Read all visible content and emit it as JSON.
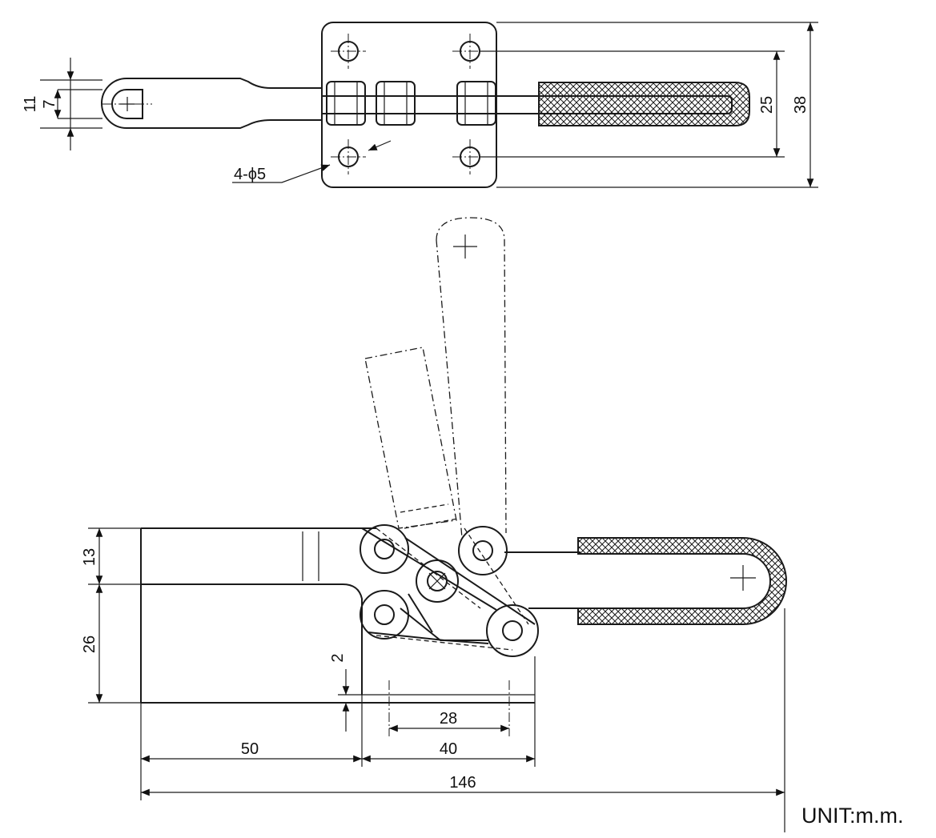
{
  "drawing": {
    "top_view": {
      "dims": {
        "d11": "11",
        "d7": "7",
        "d25": "25",
        "d38": "38",
        "holes": "4-ϕ5"
      }
    },
    "side_view": {
      "dims": {
        "d13": "13",
        "d26": "26",
        "d2": "2",
        "d28": "28",
        "d50": "50",
        "d40": "40",
        "d146": "146"
      }
    },
    "unit": "UNIT:m.m."
  },
  "colors": {
    "line": "#1a1a1a",
    "background": "#ffffff"
  }
}
